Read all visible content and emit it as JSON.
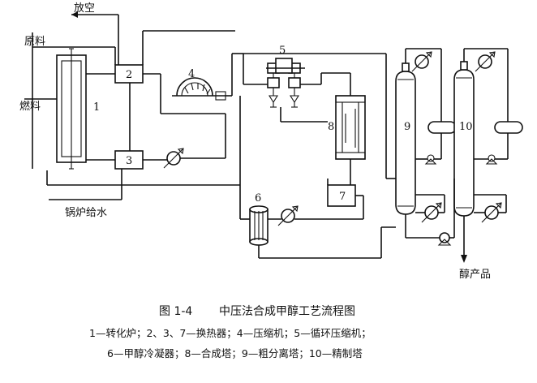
{
  "stream_labels": {
    "vent": "放空",
    "feed": "原料",
    "fuel": "燃料",
    "boiler_water": "锅炉给水",
    "product": "醇产品"
  },
  "equipment_numbers": [
    "1",
    "2",
    "3",
    "4",
    "5",
    "6",
    "7",
    "8",
    "9",
    "10"
  ],
  "caption": {
    "figure_no": "图 1-4",
    "title": "中压法合成甲醇工艺流程图"
  },
  "legend_lines": [
    "1—转化炉；2、3、7—换热器；4—压缩机；5—循环压缩机；",
    "6—甲醇冷凝器；8—合成塔；9—粗分离塔；10—精制塔"
  ]
}
